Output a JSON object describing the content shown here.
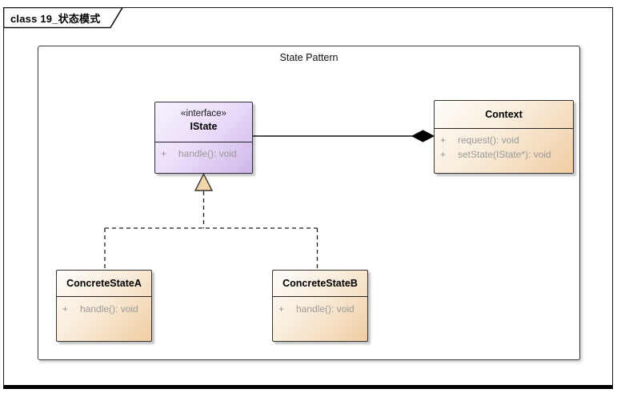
{
  "tab": {
    "label": "class 19_状态模式"
  },
  "frame": {
    "title": "State Pattern"
  },
  "classes": {
    "istate": {
      "stereotype": "«interface»",
      "name": "IState",
      "members": [
        {
          "vis": "+",
          "sig": "handle(): void"
        }
      ]
    },
    "context": {
      "name": "Context",
      "members": [
        {
          "vis": "+",
          "sig": "request(): void"
        },
        {
          "vis": "+",
          "sig": "setState(IState*): void"
        }
      ]
    },
    "concrete_a": {
      "name": "ConcreteStateA",
      "members": [
        {
          "vis": "+",
          "sig": "handle(): void"
        }
      ]
    },
    "concrete_b": {
      "name": "ConcreteStateB",
      "members": [
        {
          "vis": "+",
          "sig": "handle(): void"
        }
      ]
    }
  },
  "relations": [
    {
      "type": "composition",
      "from": "Context",
      "to": "IState"
    },
    {
      "type": "realization",
      "from": "ConcreteStateA",
      "to": "IState"
    },
    {
      "type": "realization",
      "from": "ConcreteStateB",
      "to": "IState"
    }
  ],
  "colors": {
    "interface_fill_light": "#f7f1fc",
    "interface_fill_dark": "#cfb6e9",
    "class_fill_light": "#fefcfa",
    "class_fill_dark": "#f0cda3",
    "triangle_fill": "#f2d7ab",
    "member_text": "#9a9a9a",
    "box_border": "#2e2e3e"
  }
}
